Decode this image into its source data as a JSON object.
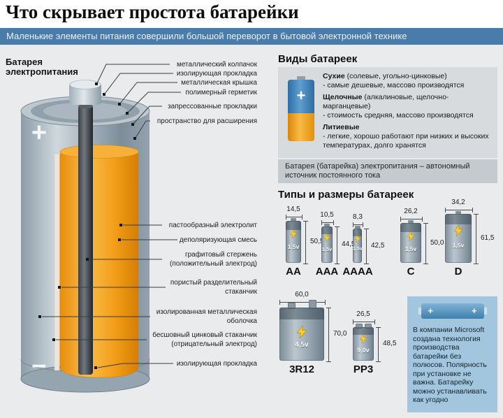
{
  "header": {
    "title": "Что скрывает простота батарейки",
    "subtitle": "Маленькие элементы питания совершили большой переворот в бытовой электронной технике"
  },
  "diagram": {
    "title_line1": "Батарея",
    "title_line2": "электропитания",
    "plus_sign": "+",
    "minus_sign": "–",
    "labels": [
      "металлический колпачок",
      "изолирующая прокладка",
      "металлическая крышка",
      "полимерный герметик",
      "запрессованные прокладки",
      "пространство для расширения",
      "пастообразный электролит",
      "деполяризующая смесь",
      "графитовый стержень (положительный электрод)",
      "пористый разделительный стаканчик",
      "изолированная металлическая оболочка",
      "бесшовный цинковый стаканчик (отрицательный электрод)",
      "изолирующая прокладка"
    ]
  },
  "kinds": {
    "title": "Виды батареек",
    "battery_icon_plus": "+",
    "items": [
      {
        "name": "Сухие",
        "qualifier": "(солевые, угольно-цинковые)",
        "desc": "- самые дешевые, массово производятся"
      },
      {
        "name": "Щелочные",
        "qualifier": "(алкалиновые, щелочно-марганцевые)",
        "desc": "- стоимость средняя, массово производятся"
      },
      {
        "name": "Литиевые",
        "qualifier": "",
        "desc": "- легкие, хорошо работают при низких и высоких температурах, долго хранятся"
      }
    ],
    "note": "Батарея (батарейка) электропитания – автономный источник постоянного тока"
  },
  "sizes": {
    "title": "Типы и размеры батареек",
    "items": [
      {
        "label": "AA",
        "width_mm": "14,5",
        "height_mm": "50,5",
        "voltage": "1,5v"
      },
      {
        "label": "AAA",
        "width_mm": "10,5",
        "height_mm": "44,5",
        "voltage": "1,5v"
      },
      {
        "label": "AAAA",
        "width_mm": "8,3",
        "height_mm": "42,5",
        "voltage": "1,5v"
      },
      {
        "label": "C",
        "width_mm": "26,2",
        "height_mm": "50,0",
        "voltage": "1,5v"
      },
      {
        "label": "D",
        "width_mm": "34,2",
        "height_mm": "61,5",
        "voltage": "1,5v"
      },
      {
        "label": "3R12",
        "width_mm": "60,0",
        "height_mm": "70,0",
        "voltage": "4,5v"
      },
      {
        "label": "PP3",
        "width_mm": "26,5",
        "height_mm": "48,5",
        "voltage": "9,0v"
      }
    ]
  },
  "microsoft": {
    "plus_left": "+",
    "plus_right": "+",
    "text": "В компании Microsoft создана технология производства батарейки без полюсов. Полярность при установке не важна. Батарейку можно устанавливать как угодно"
  },
  "colors": {
    "accent_blue": "#4a7cab",
    "battery_orange": "#f29d18",
    "icon_blue": "#3e86c0",
    "ms_box_blue": "#a2c6de"
  }
}
